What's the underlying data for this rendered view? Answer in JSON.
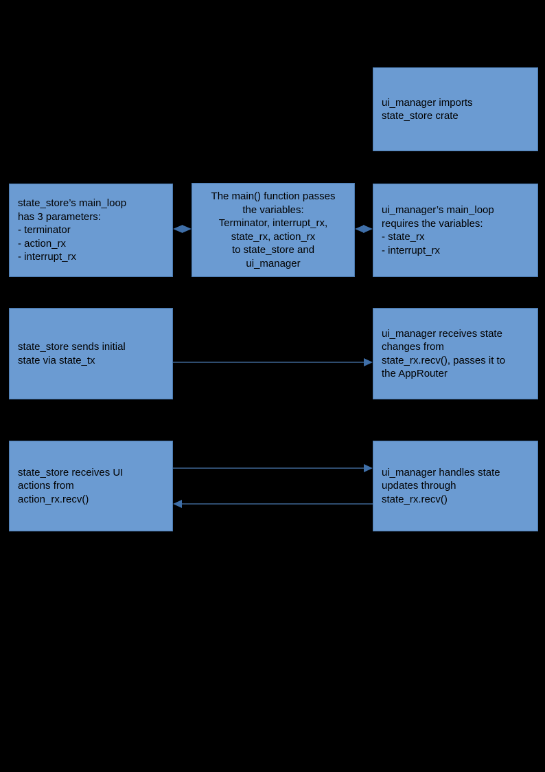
{
  "diagram": {
    "type": "flow-diagram",
    "background_color": "#000000",
    "node_fill_color": "#6b9bd2",
    "node_border_color": "#4a7ab0",
    "connector_color": "#4a7ab0",
    "text_color": "#000000",
    "nodes": [
      {
        "id": "ui-manager-imports",
        "text": "ui_manager imports\nstate_store crate",
        "align": "left"
      },
      {
        "id": "state-store-main-loop",
        "text": "state_store’s main_loop\nhas 3 parameters:\n- terminator\n- action_rx\n- interrupt_rx",
        "align": "left"
      },
      {
        "id": "main-function-passes",
        "text": "The main() function passes\nthe variables:\nTerminator, interrupt_rx,\nstate_rx, action_rx\nto state_store and\nui_manager",
        "align": "center"
      },
      {
        "id": "ui-manager-main-loop",
        "text": "ui_manager’s main_loop\nrequires the variables:\n- state_rx\n- interrupt_rx",
        "align": "left"
      },
      {
        "id": "state-store-sends-initial",
        "text": "state_store sends initial\nstate via state_tx",
        "align": "left"
      },
      {
        "id": "ui-manager-receives-state",
        "text": "ui_manager receives state\nchanges from\nstate_rx.recv(), passes it to\nthe AppRouter",
        "align": "left"
      },
      {
        "id": "state-store-receives-ui",
        "text": "state_store receives UI\nactions from\naction_rx.recv()",
        "align": "left"
      },
      {
        "id": "ui-manager-handles-state",
        "text": "ui_manager handles state\nupdates through\nstate_rx.recv()",
        "align": "left"
      }
    ],
    "connectors": [
      {
        "id": "state-store-to-main",
        "direction": "bidirectional"
      },
      {
        "id": "main-to-ui-manager",
        "direction": "bidirectional"
      },
      {
        "id": "state-tx-to-ui-manager",
        "direction": "right"
      },
      {
        "id": "state-store-to-ui-manager-actions",
        "direction": "right"
      },
      {
        "id": "ui-manager-to-state-store-actions",
        "direction": "left"
      }
    ]
  }
}
